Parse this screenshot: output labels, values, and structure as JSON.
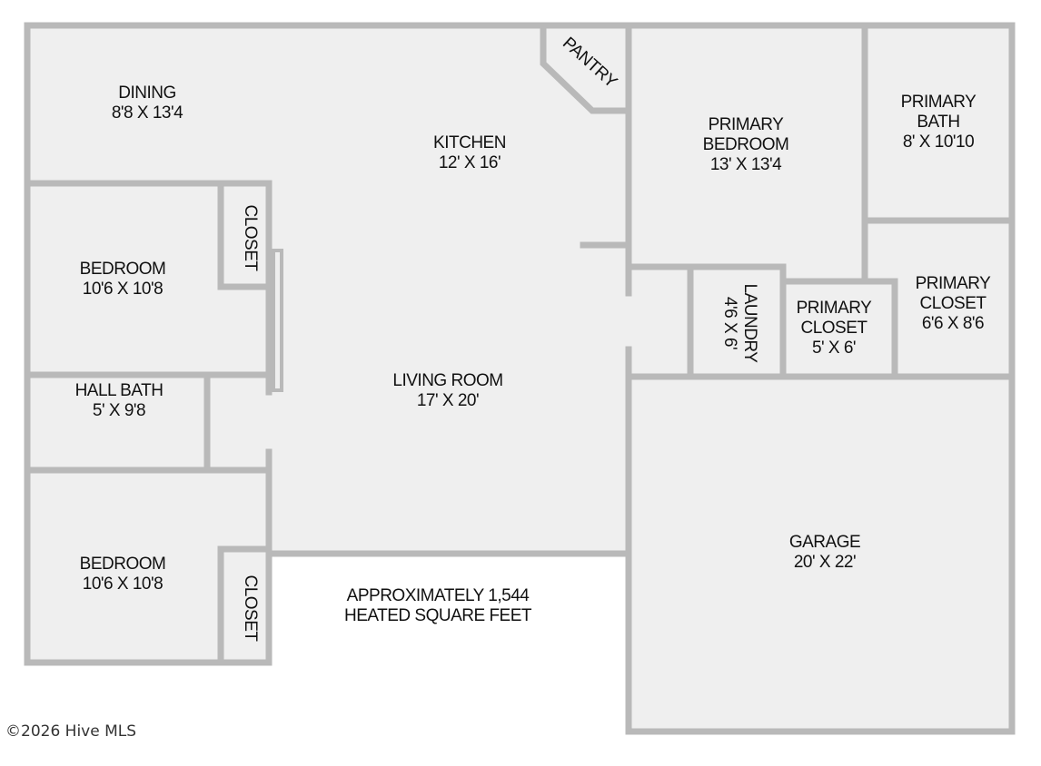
{
  "plan": {
    "colors": {
      "wall": "#b9b9b9",
      "floor": "#efefef",
      "text": "#111111"
    },
    "rooms": [
      {
        "name": "DINING",
        "size": "8'8 X 13'4"
      },
      {
        "name": "KITCHEN",
        "size": "12' X 16'"
      },
      {
        "name": "PANTRY",
        "size": ""
      },
      {
        "name": "PRIMARY BEDROOM",
        "line1": "PRIMARY",
        "line2": "BEDROOM",
        "size": "13' X 13'4"
      },
      {
        "name": "PRIMARY BATH",
        "line1": "PRIMARY",
        "line2": "BATH",
        "size": "8' X 10'10"
      },
      {
        "name": "CLOSET",
        "size": ""
      },
      {
        "name": "BEDROOM",
        "size": "10'6 X 10'8"
      },
      {
        "name": "PRIMARY CLOSET",
        "line1": "PRIMARY",
        "line2": "CLOSET",
        "size": "6'6 X 8'6"
      },
      {
        "name": "LAUNDRY",
        "size": "4'6 X 6'"
      },
      {
        "name": "PRIMARY CLOSET",
        "line1": "PRIMARY",
        "line2": "CLOSET",
        "size": "5' X 6'"
      },
      {
        "name": "LIVING ROOM",
        "size": "17' X 20'"
      },
      {
        "name": "HALL BATH",
        "size": "5' X 9'8"
      },
      {
        "name": "BEDROOM",
        "size": "10'6 X 10'8"
      },
      {
        "name": "CLOSET",
        "size": ""
      },
      {
        "name": "GARAGE",
        "size": "20' X 22'"
      }
    ],
    "note_line1": "APPROXIMATELY 1,544",
    "note_line2": "HEATED SQUARE FEET"
  },
  "copyright": "©2026 Hive MLS"
}
